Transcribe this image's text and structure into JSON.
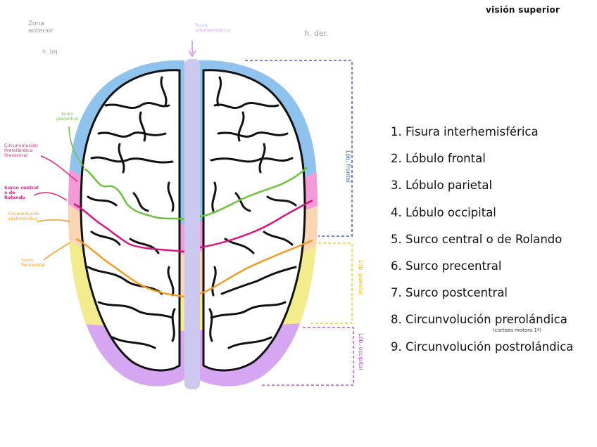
{
  "title": "visión superior",
  "annotations": {
    "zona_anterior": "Zona\nanterior",
    "h_izq": "h. izq.",
    "h_der": "h. der.",
    "fisura": "fisura\ninterhemisférica",
    "surco_precentral": "Surco\nprecentral",
    "circ_prerolandica": "Circunvolución\nPrerolándica\nPrecentral",
    "surco_central": "Surco central\no de\nRolando",
    "circ_postrolandica": "Circunvolución\npostrolándica",
    "surco_postcentral": "Surco\nPostcentral",
    "lob_frontal": "Lób. frontal",
    "lob_parietal": "Lób. parietal",
    "lob_occipital": "Lób. occipital"
  },
  "legend": [
    "1. Fisura interhemisférica",
    "2. Lóbulo frontal",
    "3. Lóbulo parietal",
    "4. Lóbulo occipital",
    "5. Surco central o de Rolando",
    "6. Surco precentral",
    "7. Surco postcentral",
    "8. Circunvolución prerolándica",
    "9. Circunvolución postrolándica"
  ],
  "legend_note": "(corteza motora 1ª)",
  "colors": {
    "frontal": "#8fc3ee",
    "prerolandica": "#f59ad8",
    "postrolandica": "#fbd6b4",
    "parietal": "#f3ec8c",
    "occipital": "#d7a6f3",
    "fissure": "#ccc8f0",
    "surco_precentral": "#6cc23c",
    "surco_central": "#d6157f",
    "surco_postcentral": "#f29a22",
    "bracket_frontal": "#3a5fd6",
    "bracket_parietal": "#f0cf23",
    "bracket_occipital": "#b54fdd",
    "label_magenta": "#e0257f",
    "label_orange": "#f29a22"
  }
}
